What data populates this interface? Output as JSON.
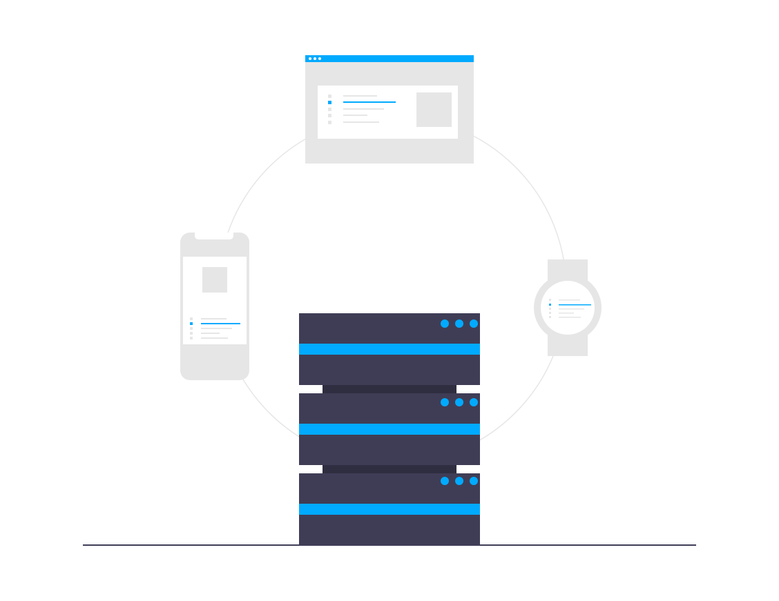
{
  "colors": {
    "accent": "#00aaff",
    "server_body": "#3f3d56",
    "server_connector": "#2f2e41",
    "device_gray": "#e6e6e6",
    "line_gray": "#e6e6e6",
    "ground_line": "#3f3d56",
    "background": "#ffffff"
  },
  "illustration": {
    "subject": "server-connected-devices",
    "devices": [
      "browser-window",
      "mobile-phone",
      "smartwatch"
    ],
    "server_units": 3,
    "indicator_lights_per_unit": 3
  }
}
